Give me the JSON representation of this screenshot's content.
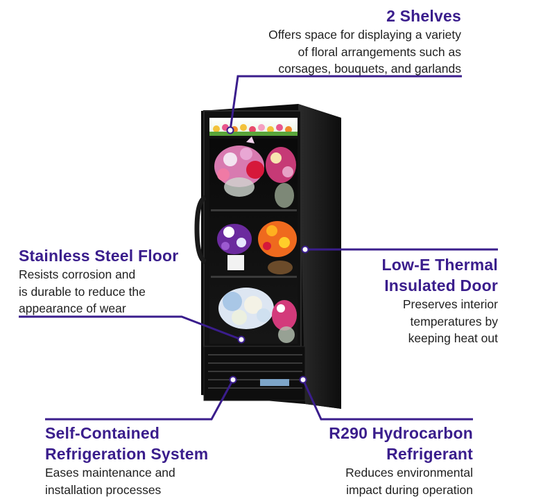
{
  "callouts": {
    "shelves": {
      "title": "2 Shelves",
      "lines": [
        "Offers space for displaying a variety",
        "of floral arrangements such as",
        "corsages, bouquets, and garlands"
      ]
    },
    "floor": {
      "title": "Stainless Steel Floor",
      "lines": [
        "Resists corrosion and",
        "is durable to reduce the",
        "appearance of wear"
      ]
    },
    "door": {
      "title_lines": [
        "Low-E Thermal",
        "Insulated Door"
      ],
      "lines": [
        "Preserves interior",
        "temperatures by",
        "keeping heat out"
      ]
    },
    "refrigeration": {
      "title_lines": [
        "Self-Contained",
        "Refrigeration System"
      ],
      "lines": [
        "Eases maintenance and",
        "installation processes"
      ]
    },
    "r290": {
      "title_lines": [
        "R290 Hydrocarbon",
        "Refrigerant"
      ],
      "lines": [
        "Reduces environmental",
        "impact during operation"
      ]
    }
  },
  "colors": {
    "accent": "#3a1d8c",
    "text": "#1f1f1f",
    "cabinet": "#141414"
  }
}
